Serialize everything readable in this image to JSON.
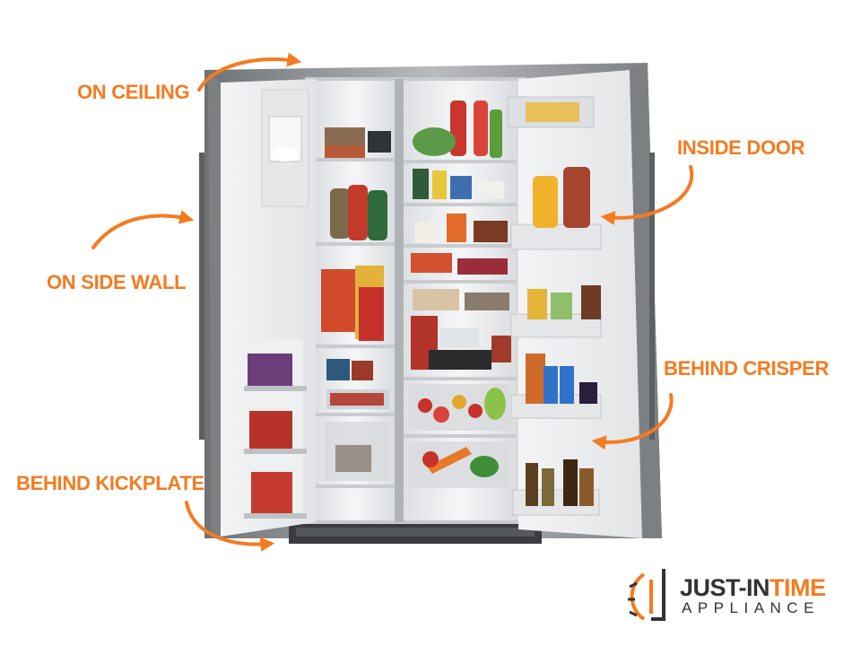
{
  "callouts": {
    "ceiling": "ON CEILING",
    "inside_door": "INSIDE DOOR",
    "side_wall": "ON SIDE WALL",
    "behind_crisper": "BEHIND CRISPER",
    "behind_kickplate": "BEHIND KICKPLATE"
  },
  "logo": {
    "line1_a": "JUST-IN",
    "line1_b": "TIME",
    "line2": "APPLIANCE"
  },
  "colors": {
    "accent": "#f47b20",
    "logo_text": "#333333",
    "stainless": "#8a8d90",
    "liner": "#eceef0"
  },
  "image": {
    "subject": "side-by-side refrigerator with doors open",
    "icon": "refrigerator-illustration"
  }
}
